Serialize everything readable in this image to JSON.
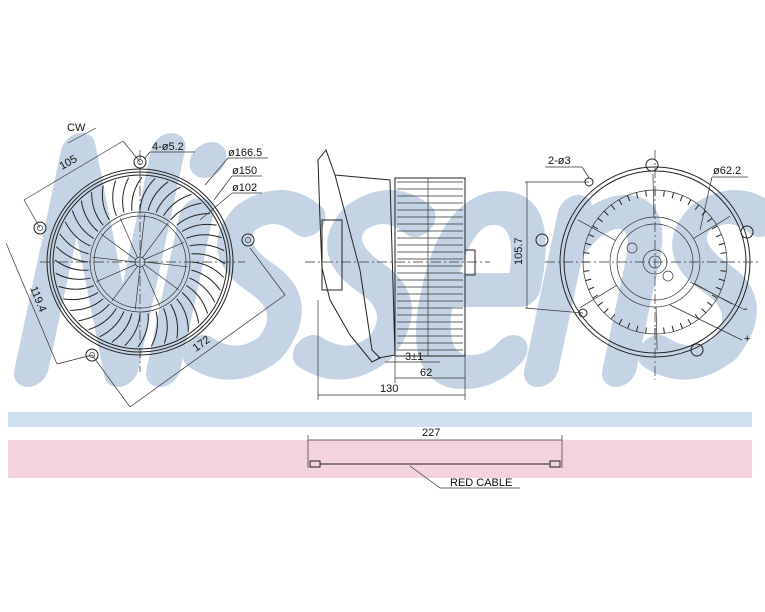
{
  "watermark": {
    "brand": "Nissens",
    "registered": "®"
  },
  "colors": {
    "watermark": "#c5d4e4",
    "band_blue": "#cfdfee",
    "band_pink": "#f3d3dc",
    "line": "#222222"
  },
  "front_view": {
    "rotation": "CW",
    "holes": "4-ø5.2",
    "d_outer": "ø166.5",
    "d_mid": "ø150",
    "d_inner": "ø102",
    "dim_a": "105",
    "dim_b": "119.4",
    "dim_c": "172"
  },
  "side_view": {
    "gap": "3±1",
    "fan_width": "62",
    "total_width": "130"
  },
  "rear_view": {
    "holes": "2-ø3",
    "d_motor": "ø62.2",
    "height": "105.7",
    "minus": "-",
    "plus": "+"
  },
  "cable": {
    "length": "227",
    "label": "RED CABLE"
  }
}
